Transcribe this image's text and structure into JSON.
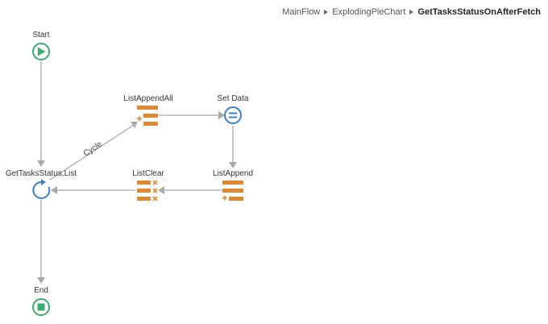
{
  "breadcrumb": {
    "items": [
      "MainFlow",
      "ExplodingPieChart"
    ],
    "current": "GetTasksStatusOnAfterFetch"
  },
  "nodes": {
    "start": {
      "label": "Start"
    },
    "list_append_all": {
      "label": "ListAppendAll"
    },
    "set_data": {
      "label": "Set Data"
    },
    "get_tasks_status_list": {
      "label": "GetTasksStatus.List"
    },
    "list_clear": {
      "label": "ListClear"
    },
    "list_append": {
      "label": "ListAppend"
    },
    "end": {
      "label": "End"
    }
  },
  "edges": {
    "cycle_label": "Cycle"
  },
  "colors": {
    "start_green": "#3daa6e",
    "cycle_blue": "#3a80c8",
    "list_orange": "#e0882f",
    "connector_gray": "#a8a8a8"
  }
}
